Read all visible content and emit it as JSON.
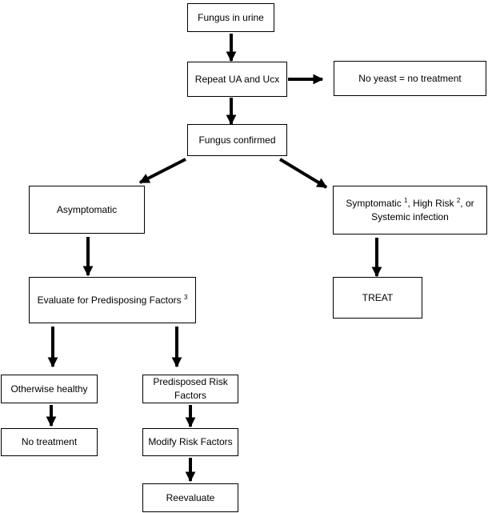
{
  "flowchart": {
    "nodes": {
      "fungus_in_urine": {
        "label": "Fungus in urine"
      },
      "repeat_ua_ucx": {
        "label": "Repeat UA and Ucx"
      },
      "no_yeast": {
        "label": "No yeast = no treatment"
      },
      "fungus_confirmed": {
        "label": "Fungus confirmed"
      },
      "asymptomatic": {
        "label": "Asymptomatic"
      },
      "symptomatic": {
        "part1": "Symptomatic ",
        "sup1": "1",
        "part2": ", High Risk ",
        "sup2": "2",
        "part3": ", or",
        "line2": "Systemic infection"
      },
      "evaluate": {
        "part1": "Evaluate for Predisposing Factors ",
        "sup1": "3"
      },
      "treat": {
        "label": "TREAT"
      },
      "otherwise_healthy": {
        "label": "Otherwise healthy"
      },
      "predisposed": {
        "line1": "Predisposed Risk",
        "line2": "Factors"
      },
      "no_treatment": {
        "label": "No treatment"
      },
      "modify": {
        "label": "Modify Risk Factors"
      },
      "reevaluate": {
        "label": "Reevaluate"
      }
    },
    "edges": [
      {
        "from": "fungus_in_urine",
        "to": "repeat_ua_ucx"
      },
      {
        "from": "repeat_ua_ucx",
        "to": "no_yeast"
      },
      {
        "from": "repeat_ua_ucx",
        "to": "fungus_confirmed"
      },
      {
        "from": "fungus_confirmed",
        "to": "asymptomatic"
      },
      {
        "from": "fungus_confirmed",
        "to": "symptomatic"
      },
      {
        "from": "asymptomatic",
        "to": "evaluate"
      },
      {
        "from": "symptomatic",
        "to": "treat"
      },
      {
        "from": "evaluate",
        "to": "otherwise_healthy"
      },
      {
        "from": "evaluate",
        "to": "predisposed"
      },
      {
        "from": "otherwise_healthy",
        "to": "no_treatment"
      },
      {
        "from": "predisposed",
        "to": "modify"
      },
      {
        "from": "modify",
        "to": "reevaluate"
      }
    ],
    "colors": {
      "stroke": "#000000",
      "background": "#ffffff",
      "text": "#000000"
    }
  }
}
